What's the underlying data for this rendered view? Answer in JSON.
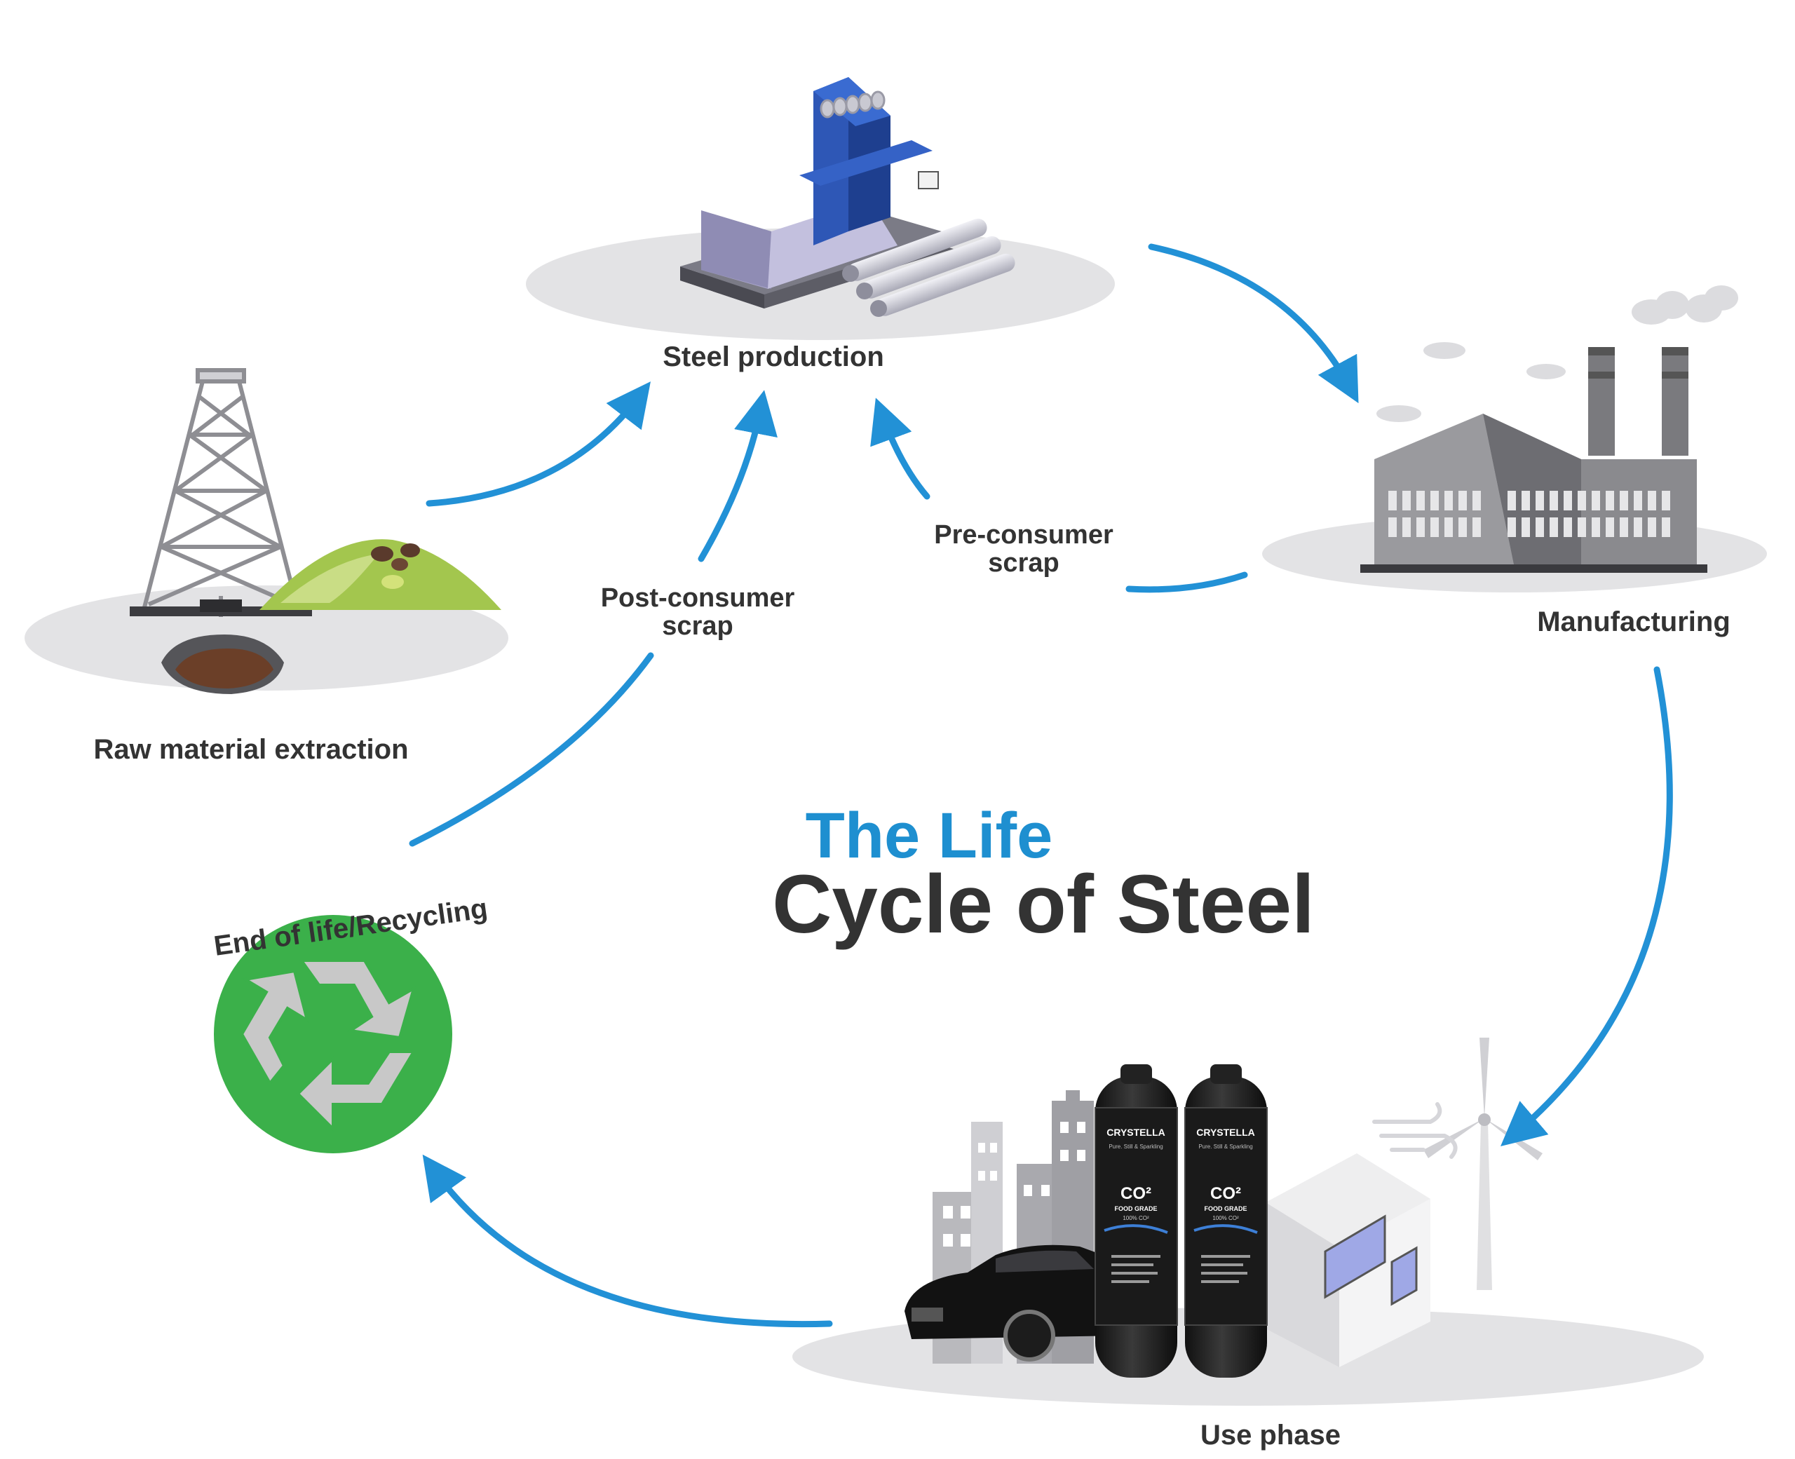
{
  "title": {
    "line1": "The Life",
    "line2": "Cycle of Steel"
  },
  "stages": {
    "steel_production": "Steel production",
    "manufacturing": "Manufacturing",
    "use_phase": "Use phase",
    "raw_material": "Raw material extraction",
    "recycling": "End of life/Recycling"
  },
  "scrap": {
    "pre_line1": "Pre-consumer",
    "pre_line2": "scrap",
    "post_line1": "Post-consumer",
    "post_line2": "scrap"
  },
  "cylinders": [
    {
      "brand": "CRYSTELLA",
      "tagline": "Pure. Still & Sparkling",
      "gas": "CO²",
      "grade": "FOOD GRADE",
      "purity": "100% CO²"
    },
    {
      "brand": "CRYSTELLA",
      "tagline": "Pure. Still & Sparkling",
      "gas": "CO²",
      "grade": "FOOD GRADE",
      "purity": "100% CO²"
    }
  ],
  "colors": {
    "arrow": "#2291d6",
    "title_accent": "#1e8fd0",
    "title_dark": "#333333",
    "recycle_green": "#3bb04a",
    "ground": "#e3e3e5"
  },
  "icons": [
    "steel-mill-icon",
    "factory-icon",
    "oil-derrick-icon",
    "recycle-icon",
    "city-skyline-icon",
    "car-icon",
    "co2-cylinder-icon",
    "house-icon",
    "wind-turbine-icon",
    "wind-gust-icon"
  ]
}
